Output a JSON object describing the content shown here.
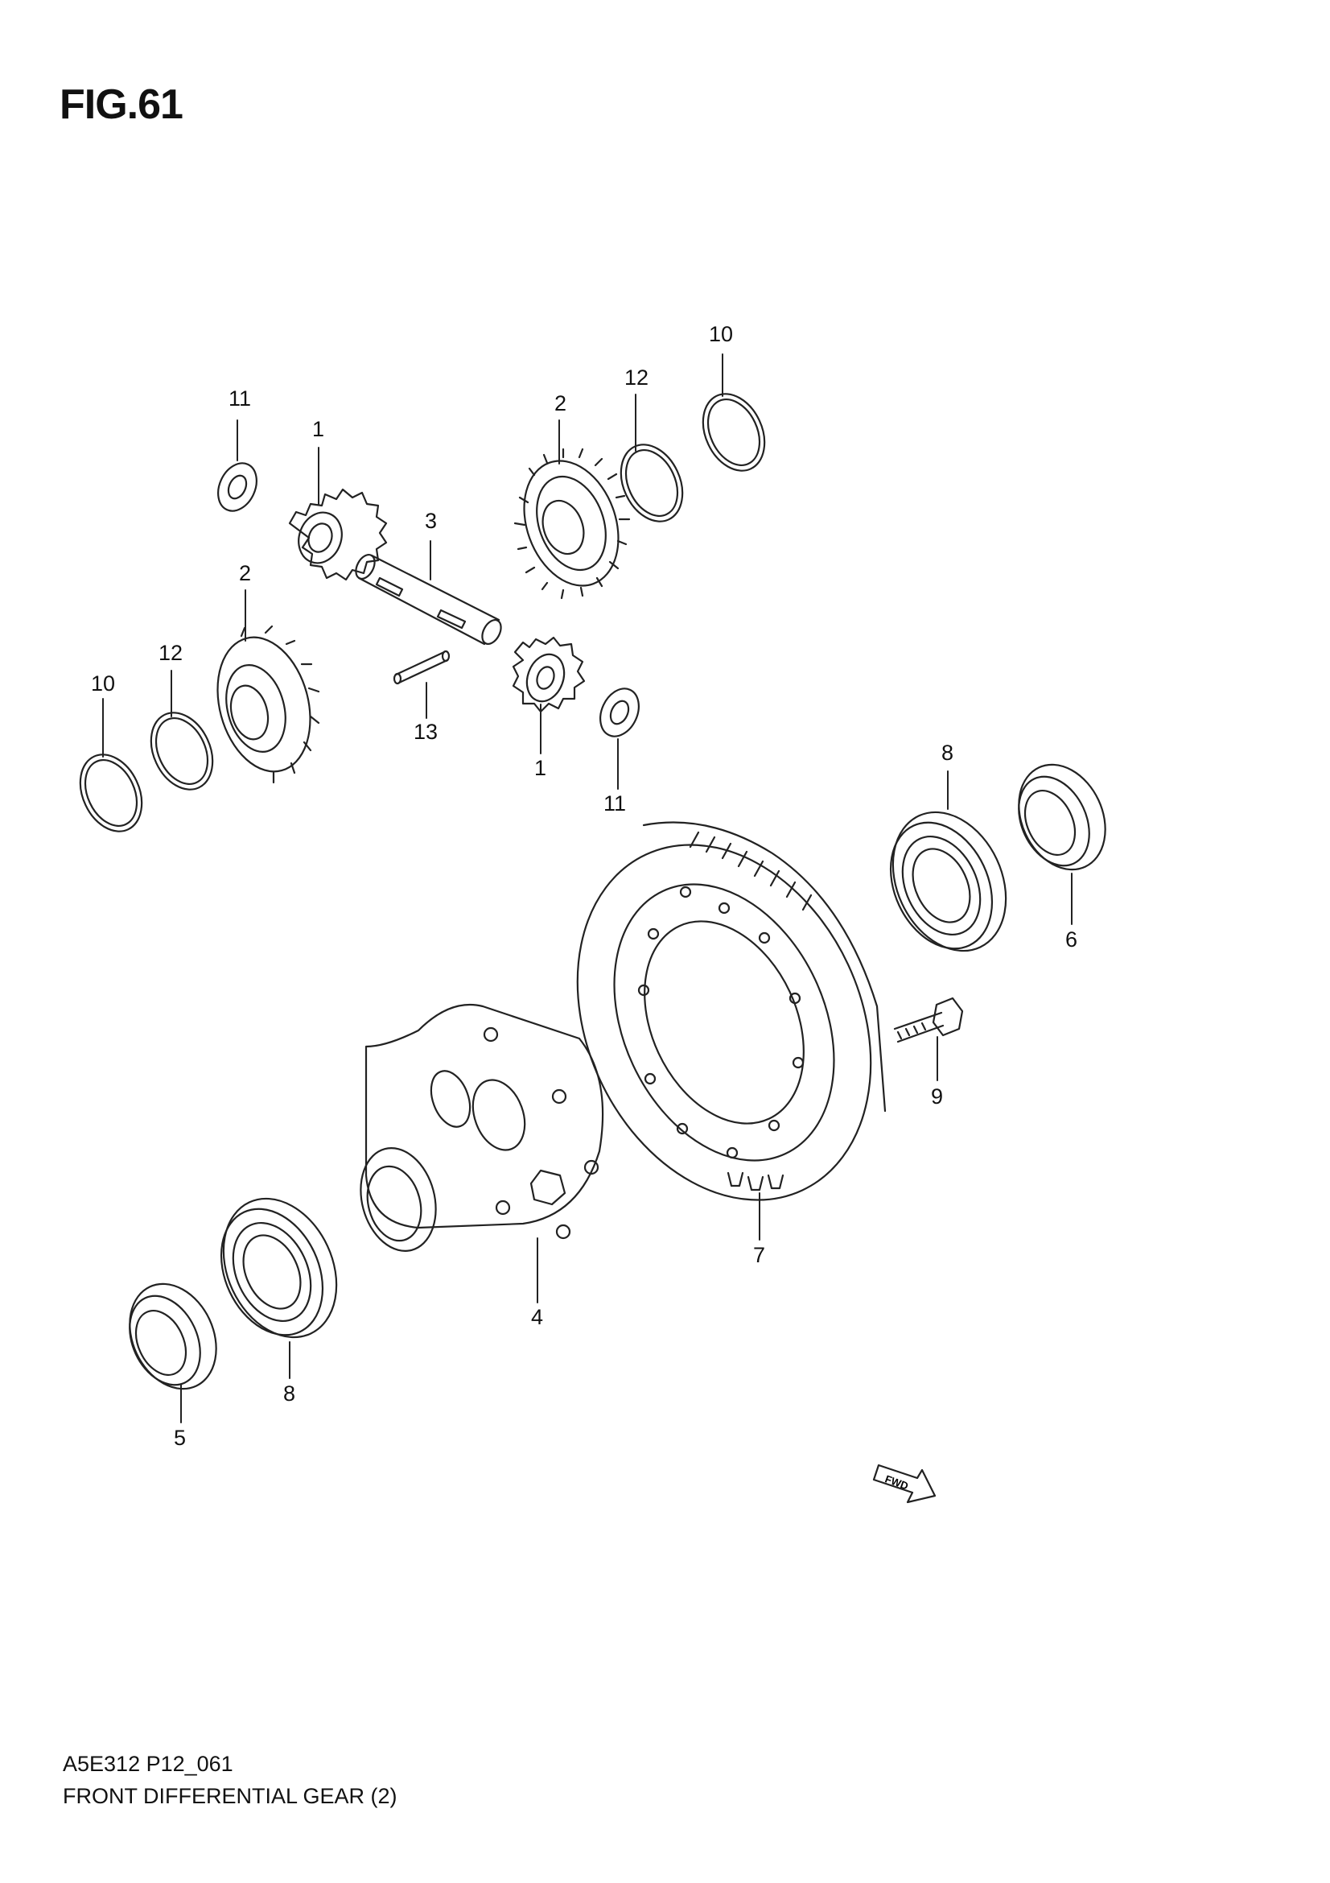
{
  "figure": {
    "title": "FIG.61",
    "code": "A5E312 P12_061",
    "caption": "FRONT DIFFERENTIAL GEAR (2)"
  },
  "callouts": {
    "pinion_top": "1",
    "pinion_bottom": "1",
    "side_gear_top": "2",
    "side_gear_left": "2",
    "shaft": "3",
    "case": "4",
    "seal_left": "5",
    "seal_right": "6",
    "ring_gear": "7",
    "bearing_left": "8",
    "bearing_right": "8",
    "bolt": "9",
    "ring_top": "10",
    "ring_left": "10",
    "washer_top": "11",
    "washer_bottom": "11",
    "shim_top": "12",
    "shim_left": "12",
    "pin": "13"
  },
  "fwd_marker": {
    "label": "FWD"
  }
}
